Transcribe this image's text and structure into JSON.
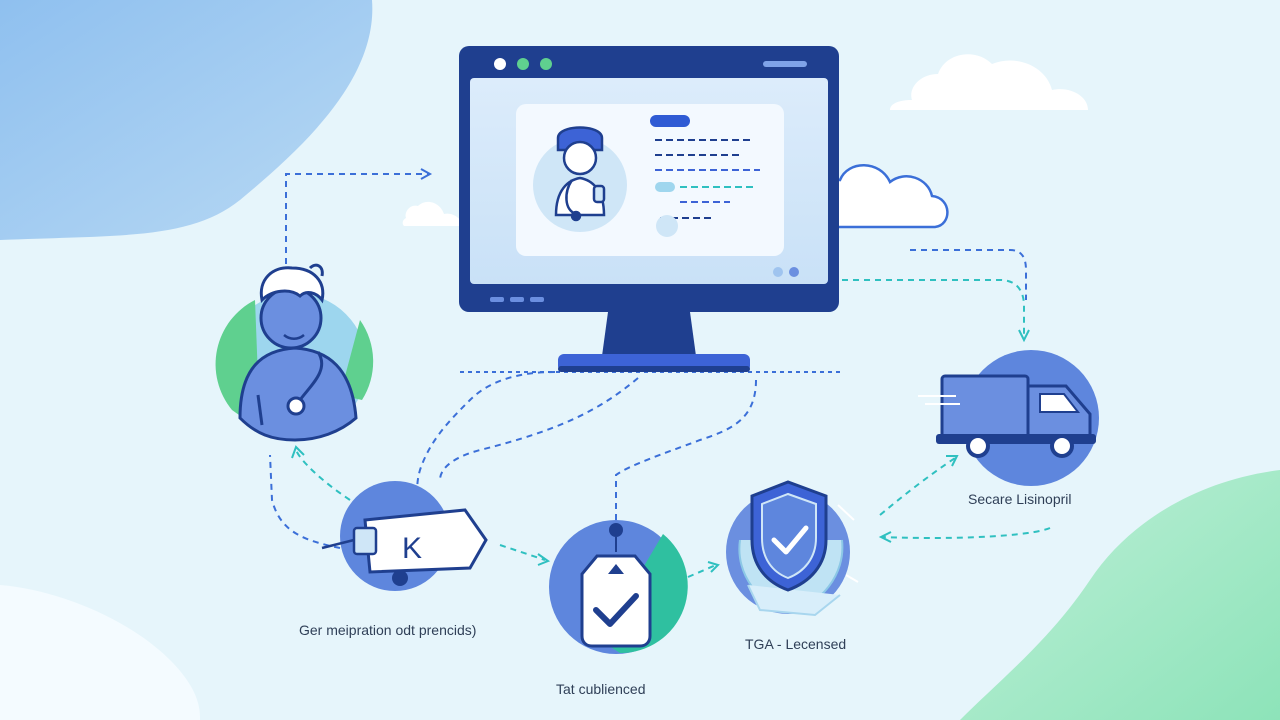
{
  "labels": {
    "secure_lisinopril": "Secare Lisinopril",
    "tga_licensed": "TGA - Lecensed",
    "generic_prescription": "Ger meipration odt prencids)",
    "test_confidence": "Tat cublienced"
  },
  "tag_letter": "K",
  "colors": {
    "background": "#e6f5fb",
    "navy": "#1f3f8f",
    "royal_blue": "#3d63d6",
    "light_blue": "#cfe6f7",
    "green_accent": "#5fd08f",
    "cyan_dash": "#2fc0c0"
  },
  "icons": [
    "monitor-icon",
    "doctor-avatar-icon",
    "doctor-person-icon",
    "cloud-icon",
    "delivery-truck-icon",
    "shield-check-icon",
    "checkmark-tag-icon",
    "price-tag-icon"
  ]
}
